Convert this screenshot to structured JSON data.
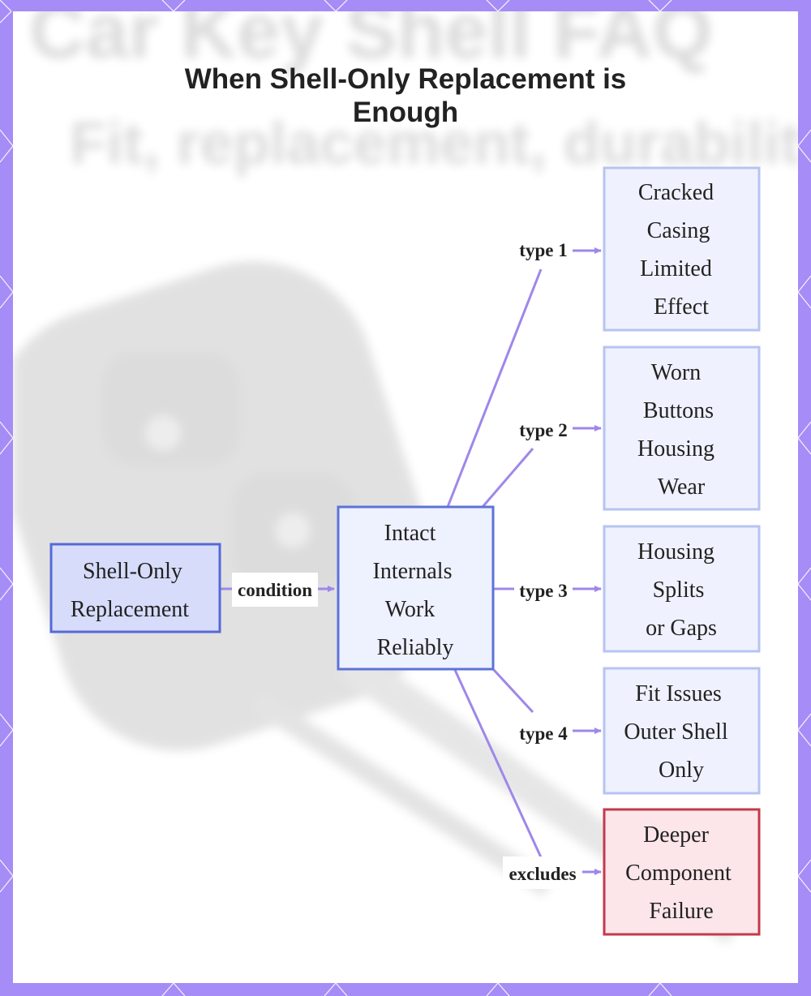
{
  "title": "When Shell-Only Replacement is Enough",
  "background_text": {
    "heading": "Car Key Shell FAQ",
    "subheading": "Fit, replacement, durability"
  },
  "colors": {
    "frame": "#a58cf6",
    "edge": "#9f87ea",
    "root_fill": "#d7dcfb",
    "root_stroke": "#5669d6",
    "hub_fill": "#eef1fe",
    "hub_stroke": "#5c73d8",
    "leaf_fill": "#eff2fe",
    "leaf_stroke": "#b7c3f2",
    "excluded_fill": "#fce6ea",
    "excluded_stroke": "#c33a4c"
  },
  "nodes": {
    "root": {
      "lines": [
        "Shell-Only",
        "Replacement"
      ]
    },
    "hub": {
      "lines": [
        "Intact",
        "Internals",
        "Work",
        "Reliably"
      ]
    },
    "type1": {
      "lines": [
        "Cracked",
        "Casing",
        "Limited",
        "Effect"
      ]
    },
    "type2": {
      "lines": [
        "Worn",
        "Buttons",
        "Housing",
        "Wear"
      ]
    },
    "type3": {
      "lines": [
        "Housing",
        "Splits",
        "or Gaps"
      ]
    },
    "type4": {
      "lines": [
        "Fit Issues",
        "Outer Shell",
        "Only"
      ]
    },
    "excluded": {
      "lines": [
        "Deeper",
        "Component",
        "Failure"
      ]
    }
  },
  "edges": {
    "root_to_hub": "condition",
    "to_type1": "type 1",
    "to_type2": "type 2",
    "to_type3": "type 3",
    "to_type4": "type 4",
    "to_excluded": "excludes"
  }
}
